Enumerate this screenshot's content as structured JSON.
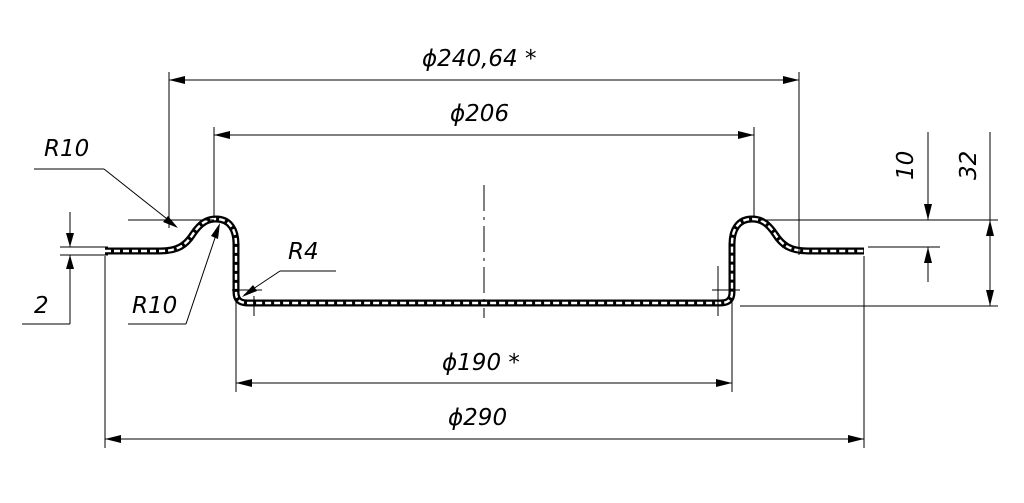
{
  "drawing": {
    "dims": {
      "d_flange_mid": "ϕ240,64 *",
      "d_bead": "ϕ206",
      "d_bottom": "ϕ190 *",
      "d_outer": "ϕ290",
      "r_top": "R10",
      "r_bottom": "R10",
      "r_corner": "R4",
      "thickness": "2",
      "h_flange": "10",
      "h_total": "32"
    }
  }
}
